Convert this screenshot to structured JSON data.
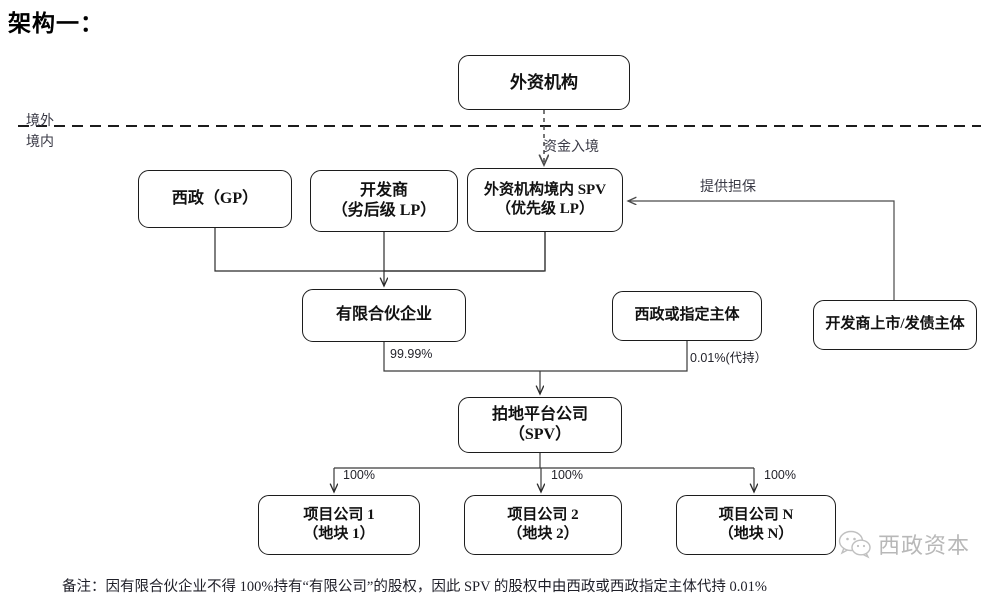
{
  "title": "架构一：",
  "diagram": {
    "type": "org-flow-chart",
    "boundary": {
      "offshore_label": "境外",
      "onshore_label": "境内"
    },
    "nodes": {
      "foreign_institution": {
        "line1": "外资机构"
      },
      "xizheng_gp": {
        "line1": "西政（GP）"
      },
      "developer": {
        "line1": "开发商",
        "line2": "（劣后级 LP）"
      },
      "onshore_spv": {
        "line1": "外资机构境内 SPV",
        "line2": "（优先级 LP）"
      },
      "limited_partnership": {
        "line1": "有限合伙企业"
      },
      "xizheng_entity": {
        "line1": "西政或指定主体"
      },
      "listed_entity": {
        "line1": "开发商上市/发债主体"
      },
      "platform_company": {
        "line1": "拍地平台公司",
        "line2": "（SPV）"
      },
      "project_company_1": {
        "line1": "项目公司 1",
        "line2": "（地块 1）"
      },
      "project_company_2": {
        "line1": "项目公司 2",
        "line2": "（地块 2）"
      },
      "project_company_n": {
        "line1": "项目公司 N",
        "line2": "（地块 N）"
      }
    },
    "edge_labels": {
      "capital_inflow": "资金入境",
      "provide_guarantee": "提供担保",
      "lp_stake": "99.99%",
      "entity_stake": "0.01%(代持）",
      "project1_stake": "100%",
      "project2_stake": "100%",
      "projectN_stake": "100%"
    }
  },
  "footnote": "备注：因有限合伙企业不得 100%持有“有限公司”的股权，因此 SPV 的股权中由西政或西政指定主体代持 0.01%",
  "watermark": {
    "text": "西政资本",
    "icon": "wechat-icon"
  },
  "colors": {
    "stroke": "#1c1c1c",
    "label_text": "#3a3a46",
    "background": "#ffffff"
  }
}
